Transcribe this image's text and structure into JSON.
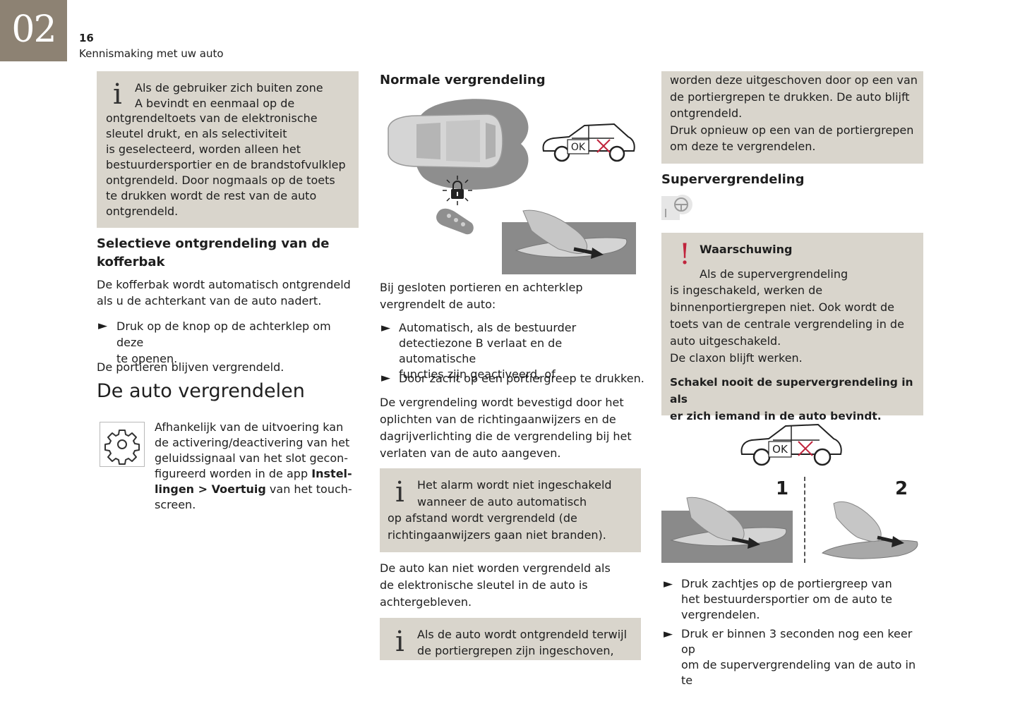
{
  "header": {
    "chapter_number": "02",
    "page_number": "16",
    "chapter_title": "Kennismaking met uw auto"
  },
  "col1": {
    "info_line1": "Als de gebruiker zich buiten zone",
    "info_line2": "A bevindt en eenmaal op de",
    "info_rest": "ontgrendeltoets van de elektronische\nsleutel drukt, en als selectiviteit\nis geselecteerd, worden alleen het\nbestuurdersportier en de brandstofvulklep\nontgrendeld. Door nogmaals op de toets\nte drukken wordt de rest van de auto\nontgrendeld.",
    "heading": "Selectieve ontgrendeling van de\nkofferbak",
    "para1": "De kofferbak wordt automatisch ontgrendeld\nals u de achterkant van de auto nadert.",
    "bullet1": "Druk op de knop op de achterklep om deze\nte openen.",
    "para2": "De portieren blijven vergrendeld.",
    "section_title": "De auto vergrendelen",
    "settings_text": "Afhankelijk van de uitvoering kan\nde activering/deactivering van het\ngeluidssignaal van het slot gecon-\nfigureerd worden in de app ",
    "settings_bold1": "Instel-\nlingen > Voertuig",
    "settings_end": " van het touch-\nscreen."
  },
  "col2": {
    "heading": "Normale vergrendeling",
    "ok_label": "OK",
    "para1": "Bij gesloten portieren en achterklep\nvergrendelt de auto:",
    "bullet1": "Automatisch, als de bestuurder\ndetectiezone B verlaat en de automatische\nfuncties zijn geactiveerd, of",
    "bullet2": "Door zacht op een portiergreep te drukken.",
    "para2": "De vergrendeling wordt bevestigd door het\noplichten van de richtingaanwijzers en de\ndagrijverlichting die de vergrendeling bij het\nverlaten van de auto aangeven.",
    "info1_line1": "Het alarm wordt niet ingeschakeld",
    "info1_line2": "wanneer de auto automatisch",
    "info1_rest": "op afstand wordt vergrendeld (de\nrichtingaanwijzers gaan niet branden).",
    "para3": "De auto kan niet worden vergrendeld als\nde elektronische sleutel in de auto is\nachtergebleven.",
    "info2_line1": "Als de auto wordt ontgrendeld terwijl",
    "info2_line2": "de portiergrepen zijn ingeschoven,"
  },
  "col3": {
    "cont_text": "worden deze uitgeschoven door op een van\nde portiergrepen te drukken. De auto blijft\nontgrendeld.\nDruk opnieuw op een van de portiergrepen\nom deze te vergrendelen.",
    "heading": "Supervergrendeling",
    "warn_title": "Waarschuwing",
    "warn_line1": "Als de supervergrendeling",
    "warn_rest": "is ingeschakeld, werken de\nbinnenportiergrepen niet. Ook wordt de\ntoets van de centrale vergrendeling in de\nauto uitgeschakeld.\nDe claxon blijft werken.",
    "warn_bold": "Schakel nooit de supervergrendeling in als\ner zich iemand in de auto bevindt.",
    "ok_label": "OK",
    "step1": "1",
    "step2": "2",
    "bullet1": "Druk zachtjes op de portiergreep van\nhet bestuurdersportier om de auto te\nvergrendelen.",
    "bullet2": "Druk er binnen 3 seconden nog een keer op\nom de supervergrendeling van de auto in te"
  },
  "symbols": {
    "bullet": "►",
    "info": "i",
    "warning": "!"
  }
}
